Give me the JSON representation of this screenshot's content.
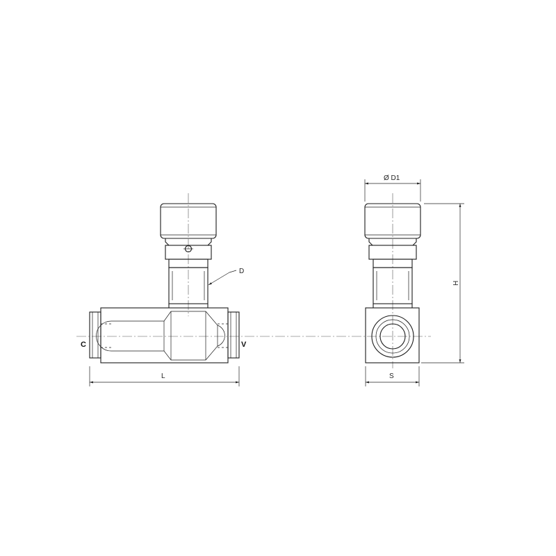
{
  "labels": {
    "d": "D",
    "d1": "Ø D1",
    "h": "H",
    "l": "L",
    "s": "S",
    "port_c": "C",
    "port_v": "V"
  },
  "colors": {
    "line": "#1a1a1a",
    "centerline": "#555555",
    "background": "#ffffff"
  }
}
